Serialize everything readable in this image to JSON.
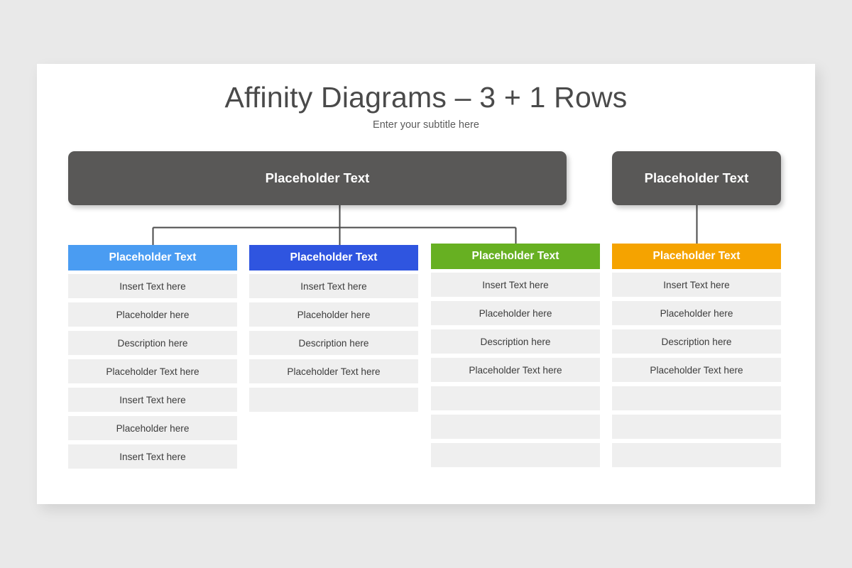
{
  "slide": {
    "title": "Affinity Diagrams – 3 + 1 Rows",
    "subtitle": "Enter your subtitle here",
    "background_color": "#e9e9e9",
    "canvas_color": "#ffffff"
  },
  "top_bars": [
    {
      "label": "Placeholder Text",
      "color": "#595857",
      "name": "main-header-bar"
    },
    {
      "label": "Placeholder Text",
      "color": "#595857",
      "name": "side-header-bar"
    }
  ],
  "connector": {
    "color": "#4a4a4a",
    "thickness": 2
  },
  "columns": [
    {
      "header": "Placeholder Text",
      "color": "#4a9cf2",
      "rows": [
        "Insert Text here",
        "Placeholder here",
        "Description here",
        "Placeholder Text here",
        "Insert Text here",
        "Placeholder here",
        "Insert Text here"
      ]
    },
    {
      "header": "Placeholder Text",
      "color": "#2f55e0",
      "rows": [
        "Insert Text here",
        "Placeholder here",
        "Description here",
        "Placeholder Text here",
        ""
      ]
    },
    {
      "header": "Placeholder Text",
      "color": "#67b022",
      "rows": [
        "Insert Text here",
        "Placeholder here",
        "Description here",
        "Placeholder Text here",
        "",
        "",
        ""
      ]
    },
    {
      "header": "Placeholder Text",
      "color": "#f5a300",
      "rows": [
        "Insert Text here",
        "Placeholder here",
        "Description here",
        "Placeholder Text here",
        "",
        "",
        ""
      ]
    }
  ]
}
